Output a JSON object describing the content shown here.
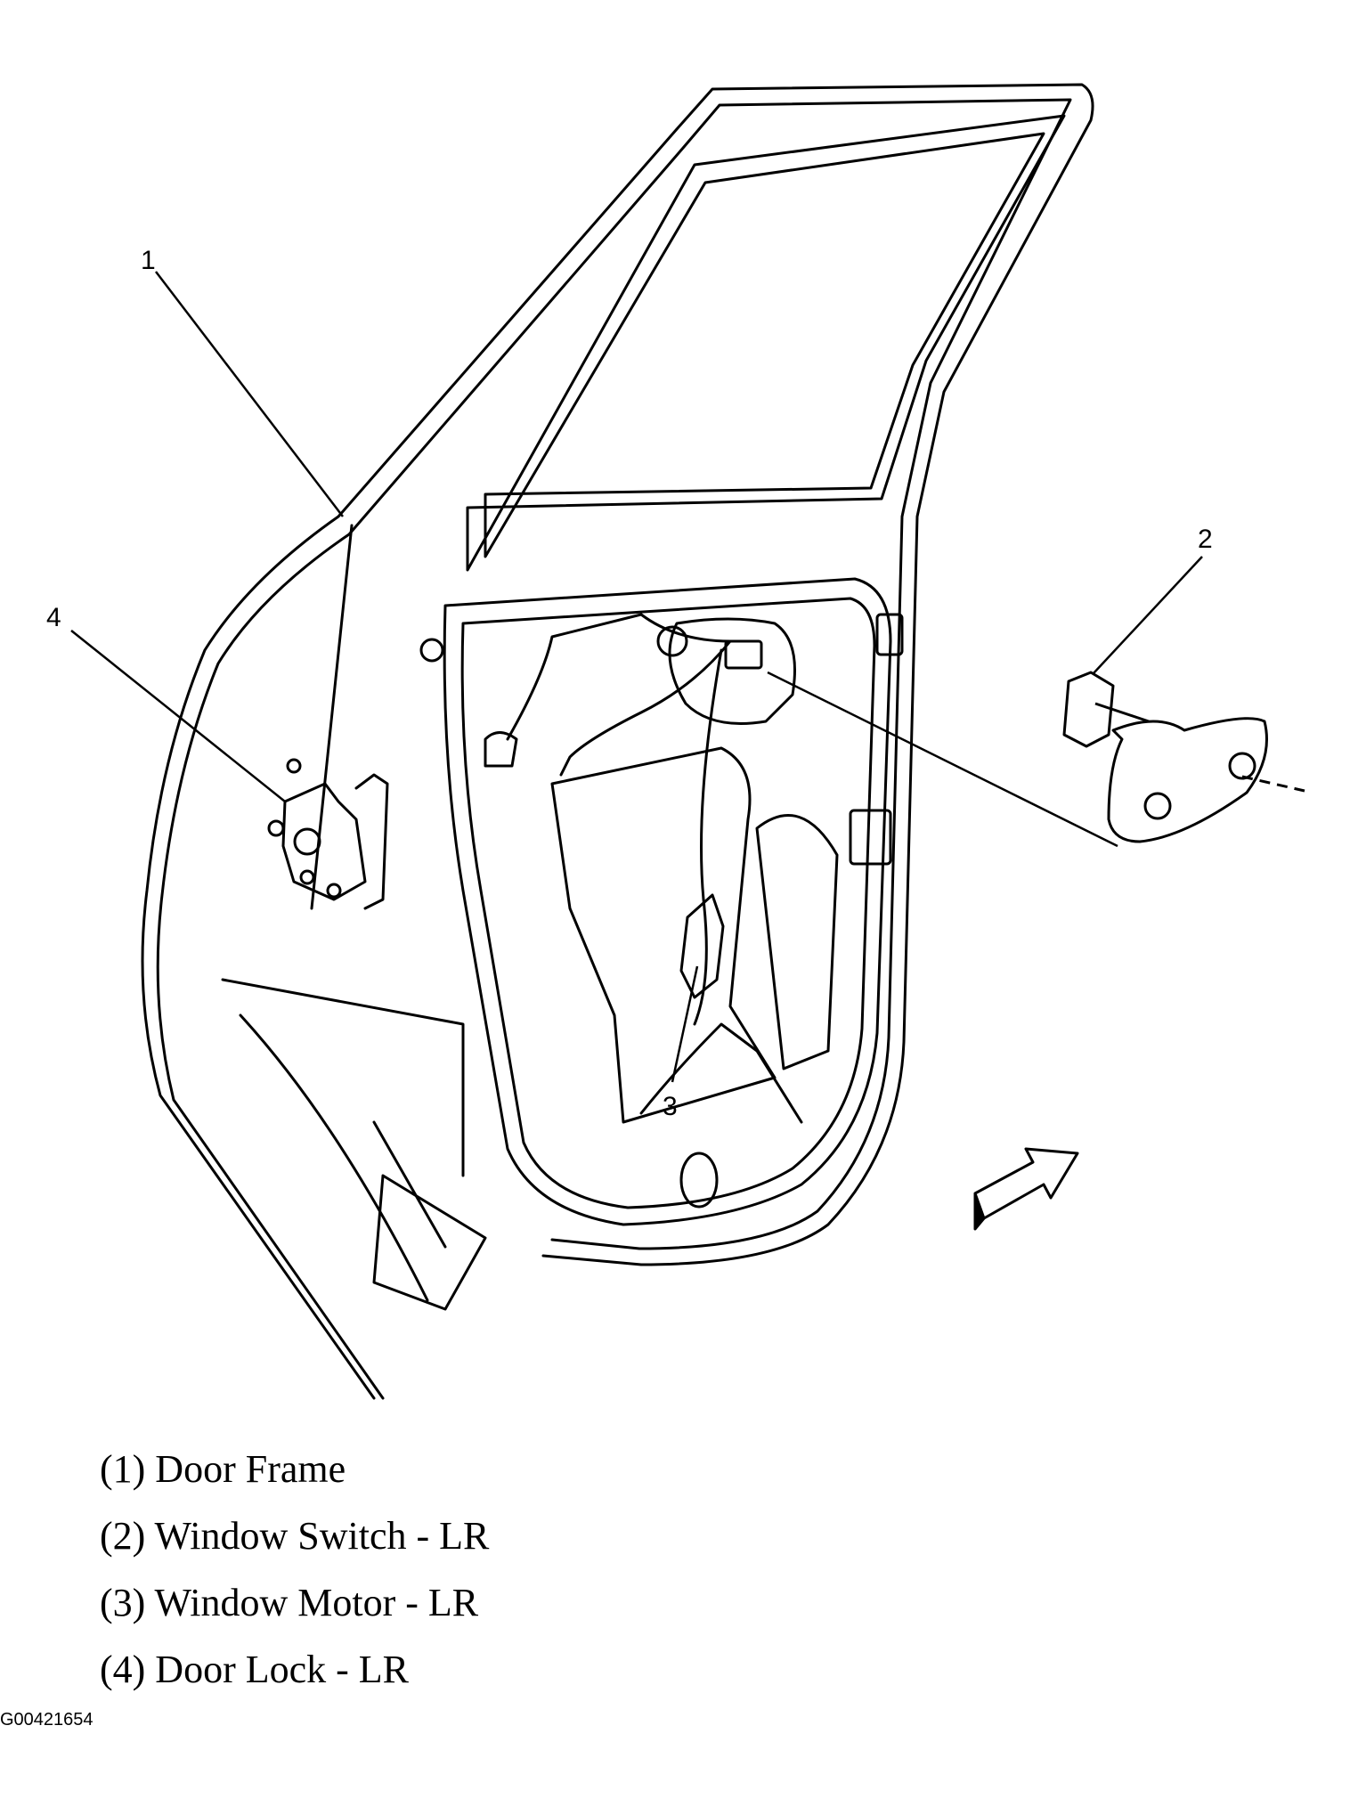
{
  "callouts": [
    {
      "id": "1",
      "label": "1"
    },
    {
      "id": "2",
      "label": "2"
    },
    {
      "id": "3",
      "label": "3"
    },
    {
      "id": "4",
      "label": "4"
    }
  ],
  "legend": [
    "(1) Door Frame",
    "(2) Window Switch - LR",
    "(3) Window Motor - LR",
    "(4) Door Lock - LR"
  ],
  "figure_id": "G00421654",
  "colors": {
    "ink": "#000000",
    "paper": "#ffffff"
  }
}
